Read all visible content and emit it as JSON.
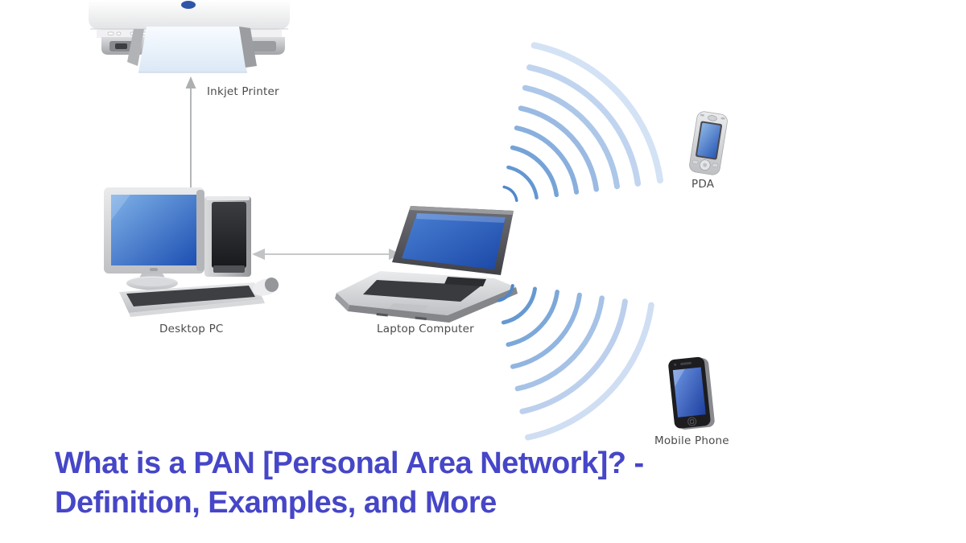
{
  "title": {
    "line1": "What is a PAN [Personal Area Network]? -",
    "line2": "Definition, Examples, and More",
    "color": "#4646c8"
  },
  "diagram": {
    "background": "#ffffff",
    "label_color": "#4b4b4b",
    "wireless_wave_color": "#4f88c9",
    "devices": [
      {
        "id": "inkjet-printer",
        "label": "Inkjet Printer"
      },
      {
        "id": "desktop-pc",
        "label": "Desktop PC"
      },
      {
        "id": "laptop-computer",
        "label": "Laptop Computer"
      },
      {
        "id": "pda",
        "label": "PDA"
      },
      {
        "id": "mobile-phone",
        "label": "Mobile Phone"
      }
    ],
    "connections": [
      {
        "from": "Desktop PC",
        "to": "Inkjet Printer",
        "type": "wired-arrow-one-way"
      },
      {
        "from": "Desktop PC",
        "to": "Laptop Computer",
        "type": "wired-arrow-two-way"
      },
      {
        "from": "Laptop Computer",
        "to": "PDA",
        "type": "wireless-waves"
      },
      {
        "from": "Laptop Computer",
        "to": "Mobile Phone",
        "type": "wireless-waves"
      }
    ]
  }
}
